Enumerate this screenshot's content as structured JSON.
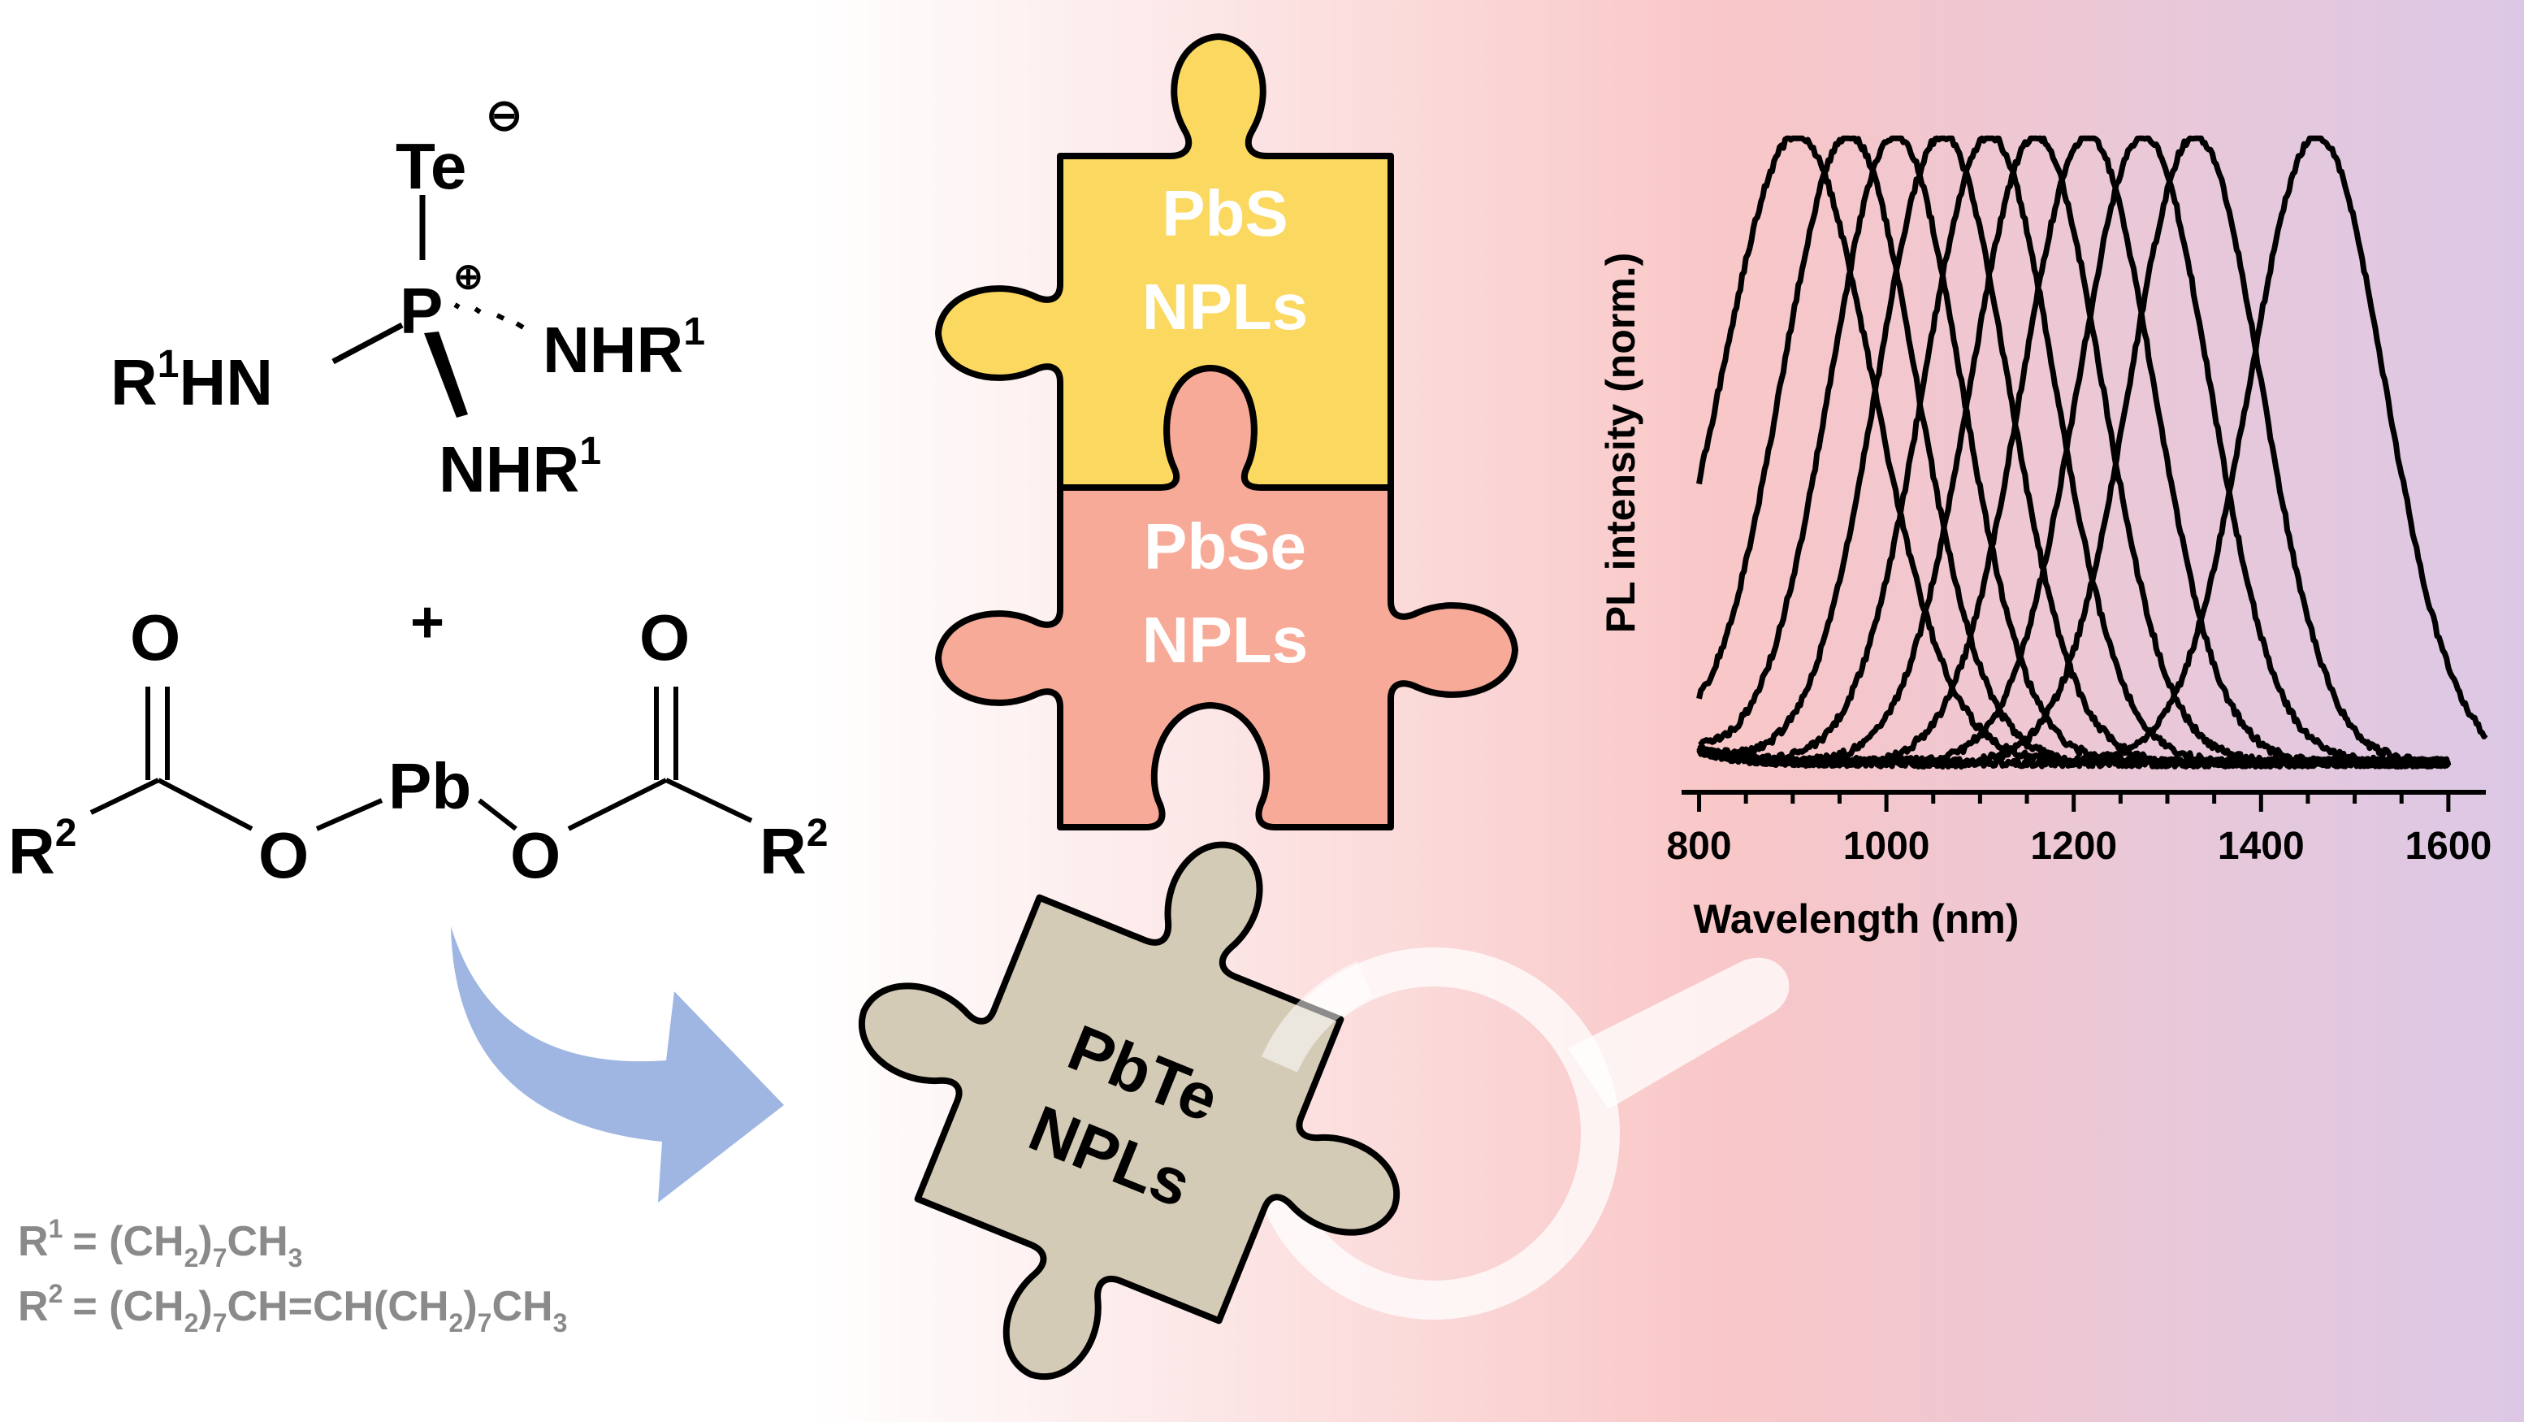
{
  "colors": {
    "bg_left": "#ffffff",
    "bg_mid": "#f9c7c7",
    "bg_right": "#dcc8e6",
    "pbs_fill": "#fbd860",
    "pbse_fill": "#f8aa98",
    "pbte_fill": "#d4cbb6",
    "arrow": "#9fb6e2",
    "gray_text": "#8a8a8a",
    "ink": "#000000"
  },
  "chemistry": {
    "phosphine": {
      "te_atom": "Te",
      "te_charge": "⊖",
      "p_atom": "P",
      "p_charge": "⊕",
      "left_group": "R",
      "left_sup": "1",
      "left_tail": "HN",
      "right_group": "NHR",
      "right_sup": "1",
      "bottom_group": "NHR",
      "bottom_sup": "1"
    },
    "plus": "+",
    "lead_oleate": {
      "o_left_top": "O",
      "o_right_top": "O",
      "pb": "Pb",
      "o_left": "O",
      "o_right": "O",
      "r_left": "R",
      "r_left_sup": "2",
      "r_right": "R",
      "r_right_sup": "2"
    },
    "definitions": [
      {
        "lhs": "R",
        "sup": "1",
        "rhs": "= (CH",
        "sub1": "2",
        "mid": ")",
        "sub2": "7",
        "tail": "CH",
        "sub3": "3"
      },
      {
        "lhs": "R",
        "sup": "2",
        "rhs": "= (CH",
        "sub1": "2",
        "mid": ")",
        "sub2": "7",
        "tail": "CH=CH(CH",
        "sub3": "2",
        "tail2": ")",
        "sub4": "7",
        "tail3": "CH",
        "sub5": "3"
      }
    ]
  },
  "puzzle": {
    "pbs": {
      "line1": "PbS",
      "line2": "NPLs"
    },
    "pbse": {
      "line1": "PbSe",
      "line2": "NPLs"
    },
    "pbte": {
      "line1": "PbTe",
      "line2": "NPLs"
    }
  },
  "chart_data": {
    "type": "line",
    "ylabel": "PL intensity (norm.)",
    "xlabel": "Wavelength (nm)",
    "xlim": [
      790,
      1640
    ],
    "ylim": [
      0,
      1.05
    ],
    "xticks": [
      800,
      1000,
      1200,
      1400,
      1600
    ],
    "x_minor_step": 50,
    "grid": false,
    "legend": "none",
    "series": [
      {
        "peak": 905,
        "fwhm": 190,
        "start": 800,
        "end": 1600
      },
      {
        "peak": 960,
        "fwhm": 170,
        "start": 800,
        "end": 1600
      },
      {
        "peak": 1010,
        "fwhm": 165,
        "start": 800,
        "end": 1600
      },
      {
        "peak": 1060,
        "fwhm": 165,
        "start": 800,
        "end": 1600
      },
      {
        "peak": 1110,
        "fwhm": 165,
        "start": 800,
        "end": 1600
      },
      {
        "peak": 1160,
        "fwhm": 165,
        "start": 800,
        "end": 1600
      },
      {
        "peak": 1215,
        "fwhm": 165,
        "start": 800,
        "end": 1600
      },
      {
        "peak": 1275,
        "fwhm": 165,
        "start": 800,
        "end": 1600
      },
      {
        "peak": 1330,
        "fwhm": 165,
        "start": 800,
        "end": 1600
      },
      {
        "peak": 1460,
        "fwhm": 170,
        "start": 800,
        "end": 1640
      }
    ]
  }
}
